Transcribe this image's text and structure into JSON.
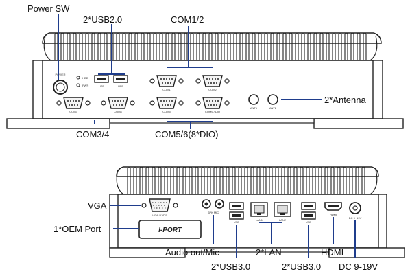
{
  "labels": {
    "power_sw": "Power SW",
    "usb20": "2*USB2.0",
    "com12": "COM1/2",
    "antenna": "2*Antenna",
    "com34": "COM3/4",
    "com56": "COM5/6(8*DIO)",
    "vga": "VGA",
    "oem_port": "1*OEM Port",
    "audio": "Audio out/Mic",
    "lan": "2*LAN",
    "hdmi": "HDMI",
    "usb30_left": "2*USB3.0",
    "usb30_right": "2*USB3.0",
    "dc": "DC 9-19V"
  },
  "panel_text": {
    "power": "POWER",
    "hdd": "HDD",
    "pwr_led": "PWR",
    "usb1": "USB",
    "usb2": "USB",
    "com1": "COM1",
    "com2": "COM2",
    "com3": "COM3",
    "com4": "COM4",
    "com5": "COM5",
    "com6": "COM6 / DIO",
    "ant1": "ANT1",
    "ant2": "ANT2",
    "vga_port": "VGA / LVDS",
    "audio_port": "SPK  MIC",
    "lan1": "LAN1",
    "lan2": "LAN2",
    "usb3a": "USB",
    "usb3b": "USB",
    "hdmi_port": "HDMI",
    "dc_port": "DC 9~19V",
    "oem": "I-PORT"
  },
  "colors": {
    "leader": "#1f3d8c",
    "outline": "#222222"
  }
}
